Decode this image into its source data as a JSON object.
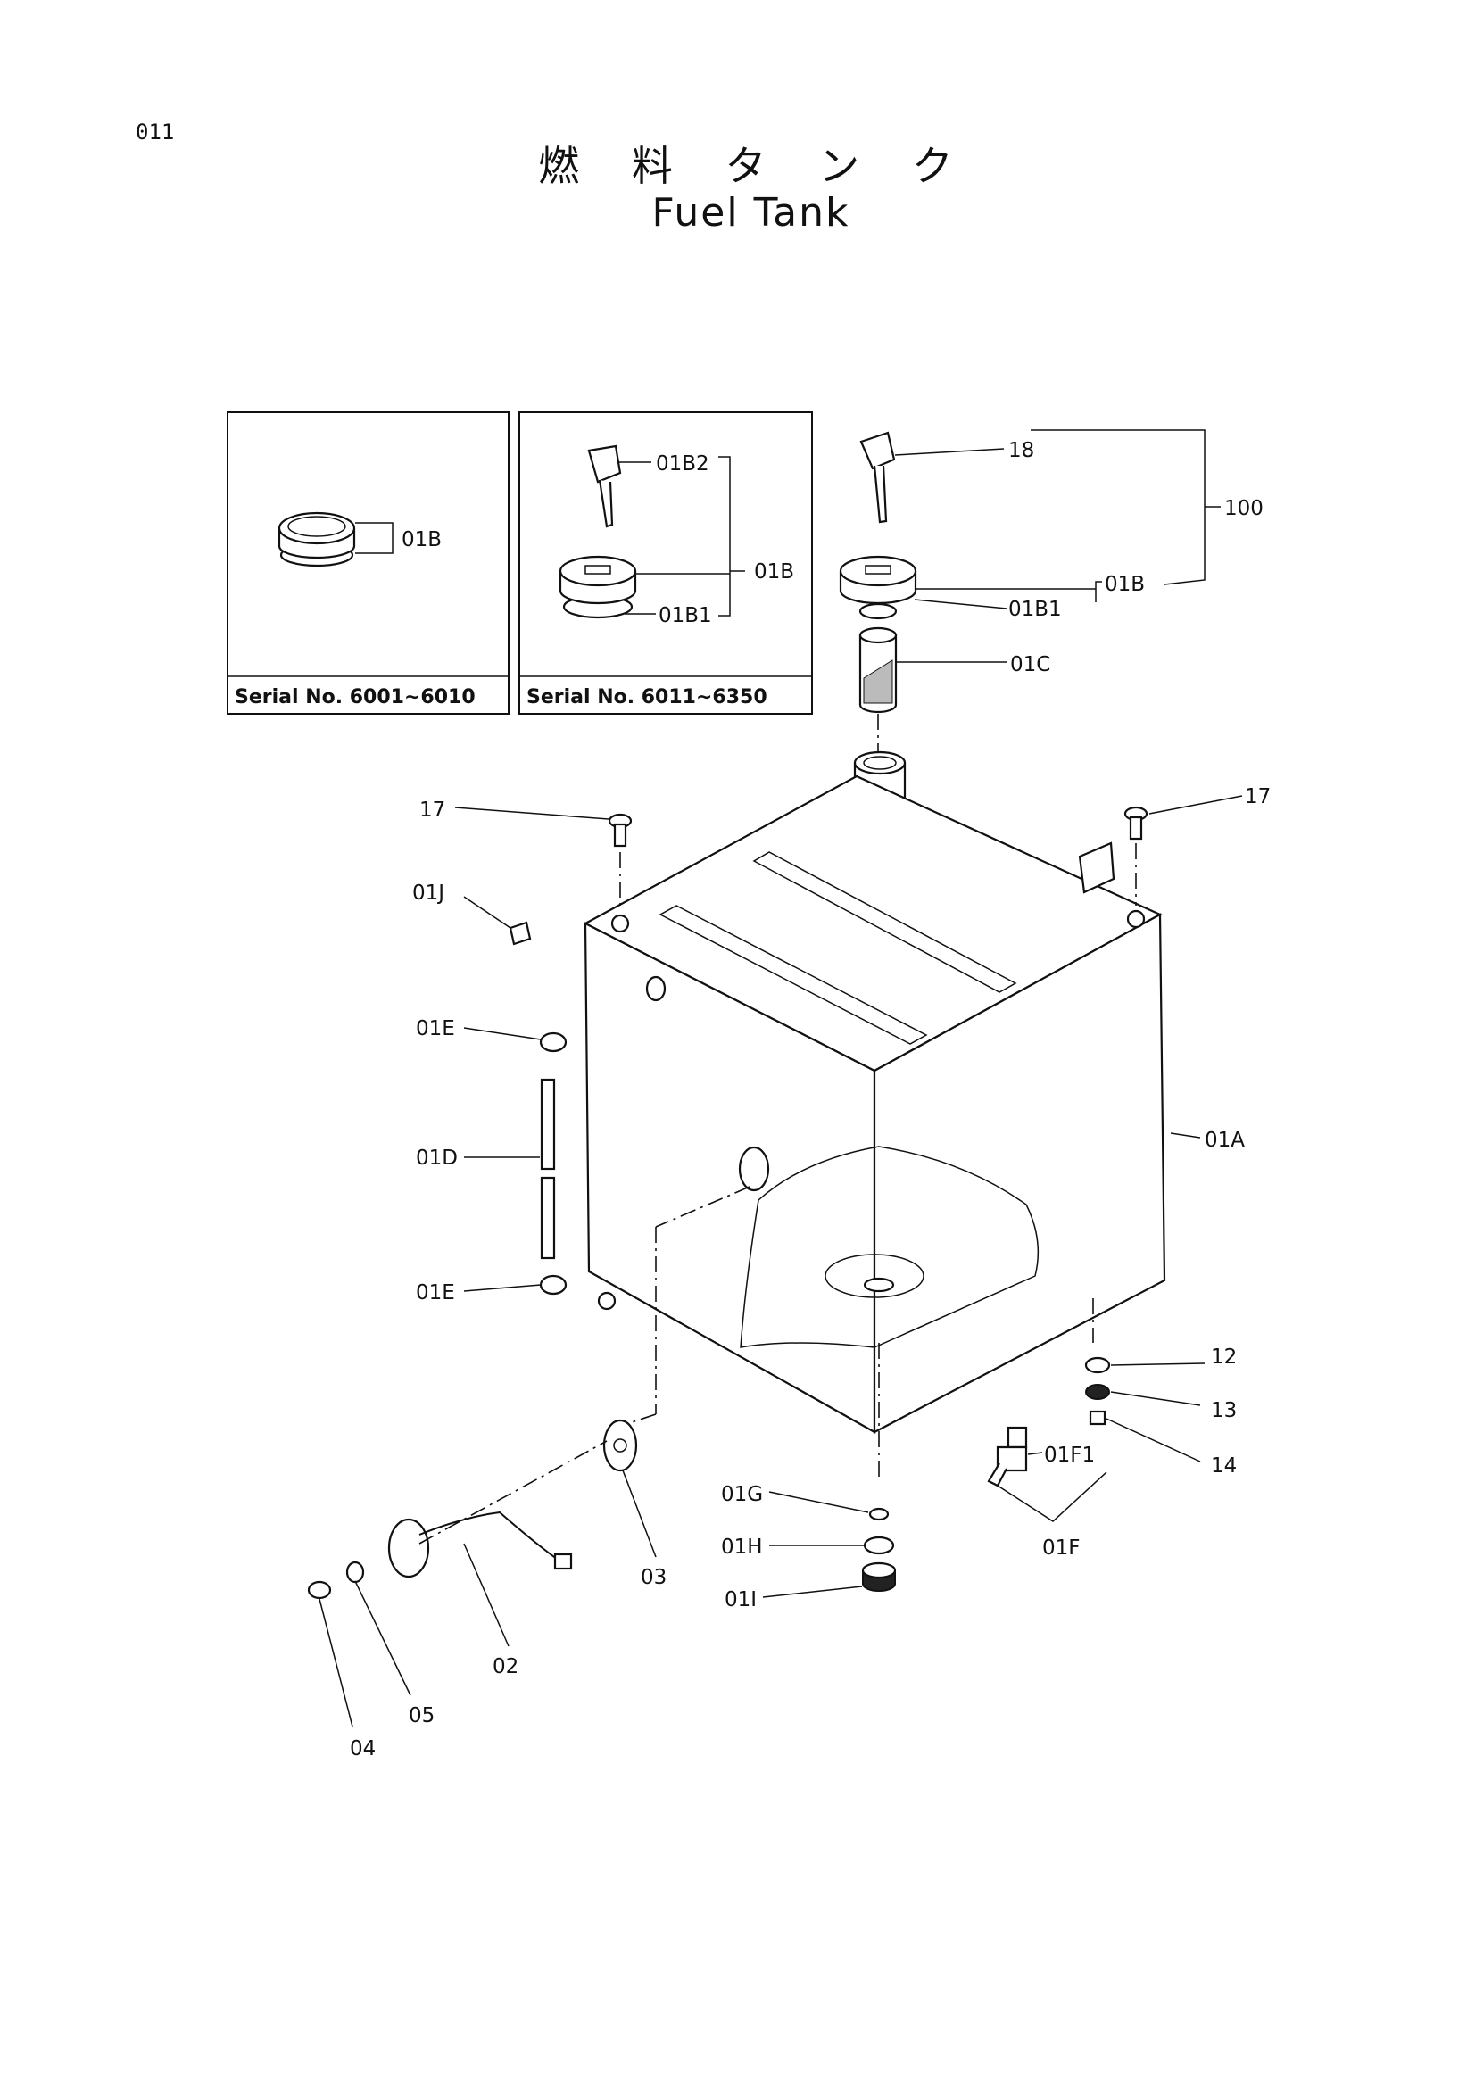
{
  "page_number": "011",
  "title_jp": "燃 料 タ ン ク",
  "title_en": "Fuel Tank",
  "insets": [
    {
      "serial": "Serial No. 6001∼6010",
      "callouts": [
        "01B"
      ]
    },
    {
      "serial": "Serial No. 6011∼6350",
      "callouts": [
        "01B2",
        "01B",
        "01B1"
      ]
    }
  ],
  "callouts": {
    "c18": "18",
    "c100": "100",
    "c01B": "01B",
    "c01B1": "01B1",
    "c01C": "01C",
    "c17a": "17",
    "c17b": "17",
    "c01J": "01J",
    "c01E_top": "01E",
    "c01D": "01D",
    "c01E_bot": "01E",
    "c01A": "01A",
    "c12": "12",
    "c13": "13",
    "c14": "14",
    "c01F1": "01F1",
    "c01F": "01F",
    "c01G": "01G",
    "c01H": "01H",
    "c01I": "01I",
    "c03": "03",
    "c02": "02",
    "c05": "05",
    "c04": "04"
  }
}
